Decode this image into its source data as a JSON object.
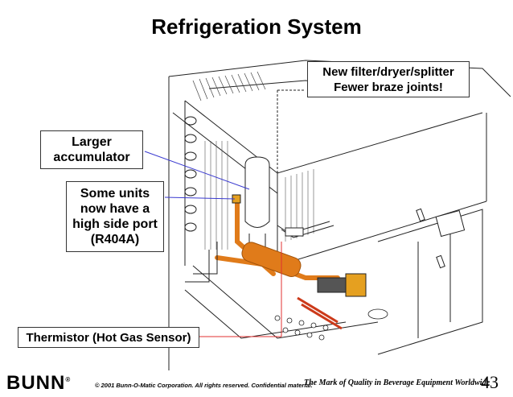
{
  "slide": {
    "title": "Refrigeration System",
    "page_number": "43"
  },
  "callouts": {
    "filter": {
      "line1": "New filter/dryer/splitter",
      "line2": "Fewer braze joints!"
    },
    "accumulator": {
      "line1": "Larger",
      "line2": "accumulator"
    },
    "port": {
      "line1": "Some units",
      "line2": "now have a",
      "line3": "high side port",
      "line4": "(R404A)"
    },
    "thermistor": {
      "text": "Thermistor (Hot Gas Sensor)"
    }
  },
  "footer": {
    "logo": "BUNN",
    "logo_mark": "®",
    "copyright": "© 2001 Bunn-O-Matic Corporation. All rights reserved. Confidential material.",
    "motto": "The Mark of Quality in Beverage Equipment Worldwide"
  },
  "colors": {
    "copper": "#e07b1a",
    "leader_blue": "#3a3ad0",
    "leader_red": "#e03030",
    "line": "#222222"
  }
}
